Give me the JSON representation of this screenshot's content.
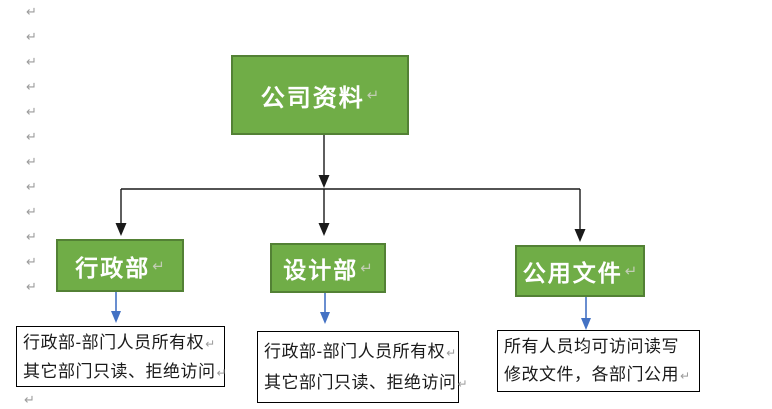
{
  "colors": {
    "shape_green": "#70AD47",
    "shape_green_border": "#538135",
    "connector_black": "#1a1a1a",
    "connector_blue": "#4472C4",
    "note_border": "#000000",
    "note_text": "#1a1a1a",
    "return_mark_gray": "#9b9b9b",
    "box_return_mark": "#c2cdb4"
  },
  "margin": {
    "return_symbol": "↵",
    "top_marks_count": 12,
    "bottom_mark": true
  },
  "marks": {
    "return_symbol": "↵"
  },
  "diagram": {
    "root": {
      "label": "公司资料"
    },
    "departments": [
      {
        "label": "行政部"
      },
      {
        "label": "设计部"
      },
      {
        "label": "公用文件"
      }
    ],
    "notes": [
      {
        "lines": [
          {
            "text": "行政部-部门人员所有权",
            "mark": true
          },
          {
            "text": "其它部门只读、拒绝访问",
            "mark": true
          }
        ]
      },
      {
        "lines": [
          {
            "text": "行政部-部门人员所有权",
            "mark": true
          },
          {
            "text": "其它部门只读、拒绝访问",
            "mark": true
          }
        ]
      },
      {
        "lines": [
          {
            "text": "所有人员均可访问读写",
            "mark": false
          },
          {
            "text": "修改文件，各部门公用",
            "mark": true
          }
        ]
      }
    ]
  }
}
